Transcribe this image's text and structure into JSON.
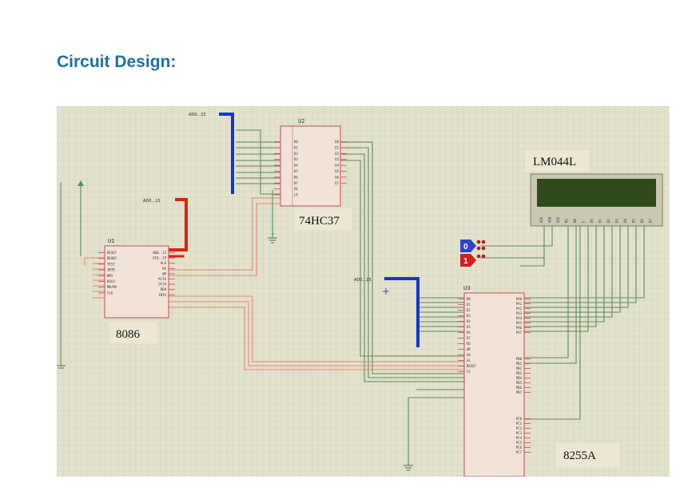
{
  "page": {
    "title": "Circuit Design:"
  },
  "schematic": {
    "components": {
      "u1": {
        "ref": "U1",
        "label": "8086",
        "pins_left": [
          "RESET",
          "READY",
          "TEST",
          "INTR",
          "NMI",
          "HOLD",
          "MN/MX",
          "CLK"
        ],
        "pins_right": [
          "AD0..15",
          "A16..19",
          "ALE",
          "RD",
          "WR",
          "M/IO",
          "DT/R",
          "DEN",
          "INTA"
        ]
      },
      "u2": {
        "ref": "U2",
        "label": "74HC37",
        "pins_left": [
          "D0",
          "D1",
          "D2",
          "D3",
          "D4",
          "D5",
          "D6",
          "D7",
          "OE",
          "LE"
        ],
        "pins_right": [
          "Q0",
          "Q1",
          "Q2",
          "Q3",
          "Q4",
          "Q5",
          "Q6",
          "Q7"
        ]
      },
      "u3": {
        "ref": "U3",
        "label": "8255A",
        "pins_left": [
          "D0",
          "D1",
          "D2",
          "D3",
          "D4",
          "D5",
          "D6",
          "D7",
          "RD",
          "WR",
          "A0",
          "A1",
          "RESET",
          "CS"
        ],
        "pins_right_a": [
          "PA0",
          "PA1",
          "PA2",
          "PA3",
          "PA4",
          "PA5",
          "PA6",
          "PA7"
        ],
        "pins_right_b": [
          "PB0",
          "PB1",
          "PB2",
          "PB3",
          "PB4",
          "PB5",
          "PB6",
          "PB7"
        ],
        "pins_right_c": [
          "PC0",
          "PC1",
          "PC2",
          "PC3",
          "PC4",
          "PC5",
          "PC6",
          "PC7"
        ]
      },
      "lcd": {
        "label": "LM044L",
        "pins": [
          "VSS",
          "VDD",
          "VEE",
          "RS",
          "RW",
          "E",
          "D0",
          "D1",
          "D2",
          "D3",
          "D4",
          "D5",
          "D6",
          "D7"
        ]
      }
    },
    "bus_tags": {
      "u2_bus": "AD0...15",
      "u1_bus": "AD0...15",
      "u3_bus": "AD0...15"
    },
    "logic_states": [
      "0",
      "1"
    ],
    "colors": {
      "grid_bg": "#e3e2cd",
      "grid_line": "#cfcfb4",
      "bus": "#1434d6",
      "u1_bus": "#e0220d",
      "wire_green": "#5d8a5d",
      "wire_red": "#e38a78",
      "chip_fill": "#f2e3d8",
      "chip_border": "#c9485a",
      "lcd_screen": "#2f4b1a"
    }
  }
}
